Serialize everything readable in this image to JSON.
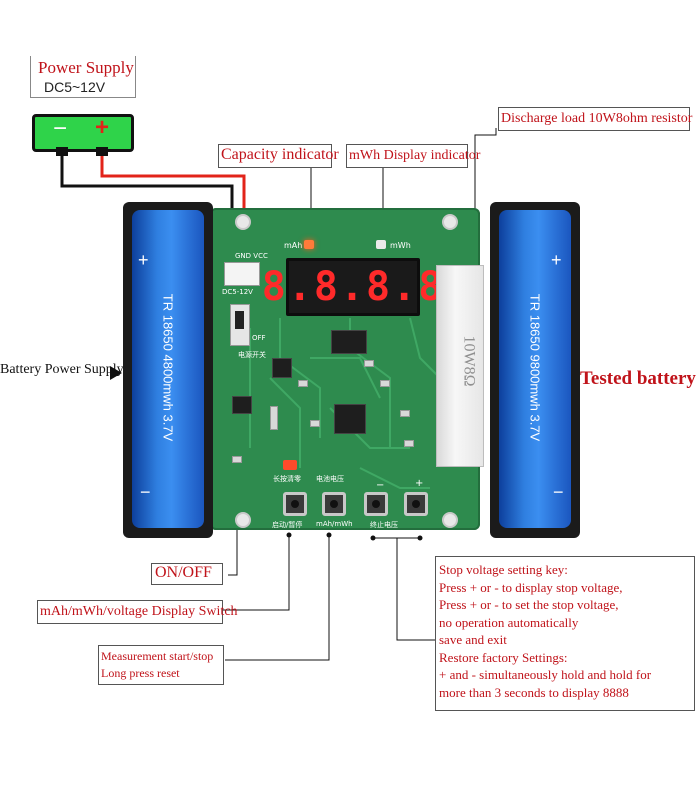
{
  "power_supply": {
    "title": "Power Supply",
    "voltage": "DC5~12V",
    "minus": "−",
    "plus": "+"
  },
  "labels": {
    "capacity_indicator": "Capacity indicator",
    "mwh_indicator": "mWh Display indicator",
    "discharge_load": "Discharge load 10W8ohm resistor",
    "battery_power_supply": "Battery Power Supply",
    "tested_battery": "Tested battery",
    "on_off": "ON/OFF",
    "display_switch": "mAh/mWh/voltage Display Switch",
    "measurement_line1": "Measurement start/stop",
    "measurement_line2": "Long press reset"
  },
  "stop_voltage_box": {
    "lines": [
      "Stop voltage setting key:",
      "Press + or - to display stop voltage,",
      "Press + or - to set the stop voltage,",
      "no operation automatically",
      "save and exit",
      "Restore factory Settings:",
      "+ and - simultaneously hold and hold for",
      "more than 3 seconds to display 8888"
    ]
  },
  "display": {
    "digits": "8.8.8.8"
  },
  "batteries": {
    "left": "TR 18650 4800mwh 3.7V",
    "right": "TR 18650 9800mwh 3.7V",
    "left_plus": "+",
    "left_minus": "−",
    "right_plus": "+",
    "right_minus": "−"
  },
  "resistor_text": "10W8Ω",
  "pcb": {
    "mah": "mAh",
    "mwh": "mWh",
    "gnd_vcc": "GND VCC",
    "dc": "DC5-12V",
    "off": "OFF",
    "power_switch": "电源开关",
    "long_press": "长按清零",
    "battery_voltage": "电池电压",
    "start_pause": "启动/暂停",
    "mah_mwh": "mAh/mWh",
    "stop_voltage": "终止电压",
    "minus": "−",
    "plus": "+"
  },
  "colors": {
    "label_red": "#c0131a",
    "psu_green": "#2fd34a",
    "pcb_green": "#2e8b4e",
    "battery_blue": "#2f7fe0",
    "segment_red": "#ff2a2a"
  }
}
